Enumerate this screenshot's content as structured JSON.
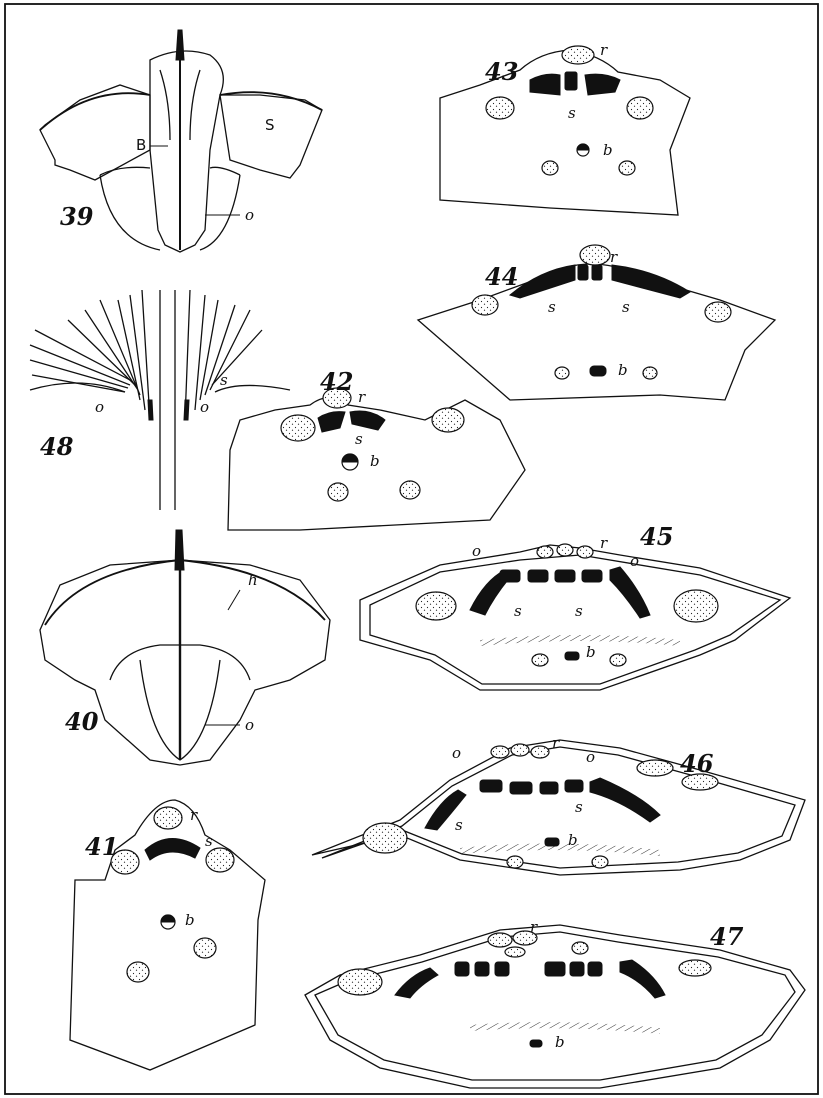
{
  "figures": {
    "fig39": {
      "number": "39",
      "labels": {
        "B": "B",
        "S": "S",
        "o": "o"
      }
    },
    "fig40": {
      "number": "40",
      "labels": {
        "h": "h",
        "o": "o"
      }
    },
    "fig41": {
      "number": "41",
      "labels": {
        "r": "r",
        "s": "s",
        "b": "b"
      }
    },
    "fig42": {
      "number": "42",
      "labels": {
        "r": "r",
        "s": "s",
        "b": "b"
      }
    },
    "fig43": {
      "number": "43",
      "labels": {
        "r": "r",
        "s": "s",
        "b": "b"
      }
    },
    "fig44": {
      "number": "44",
      "labels": {
        "r": "r",
        "s": "s",
        "b": "b"
      }
    },
    "fig45": {
      "number": "45",
      "labels": {
        "r": "r",
        "s": "s",
        "b": "b",
        "o": "o"
      }
    },
    "fig46": {
      "number": "46",
      "labels": {
        "r": "r",
        "s": "s",
        "b": "b",
        "o": "o"
      }
    },
    "fig47": {
      "number": "47",
      "labels": {
        "r": "r",
        "b": "b"
      }
    },
    "fig48": {
      "number": "48",
      "labels": {
        "s": "s",
        "o": "o"
      }
    }
  }
}
